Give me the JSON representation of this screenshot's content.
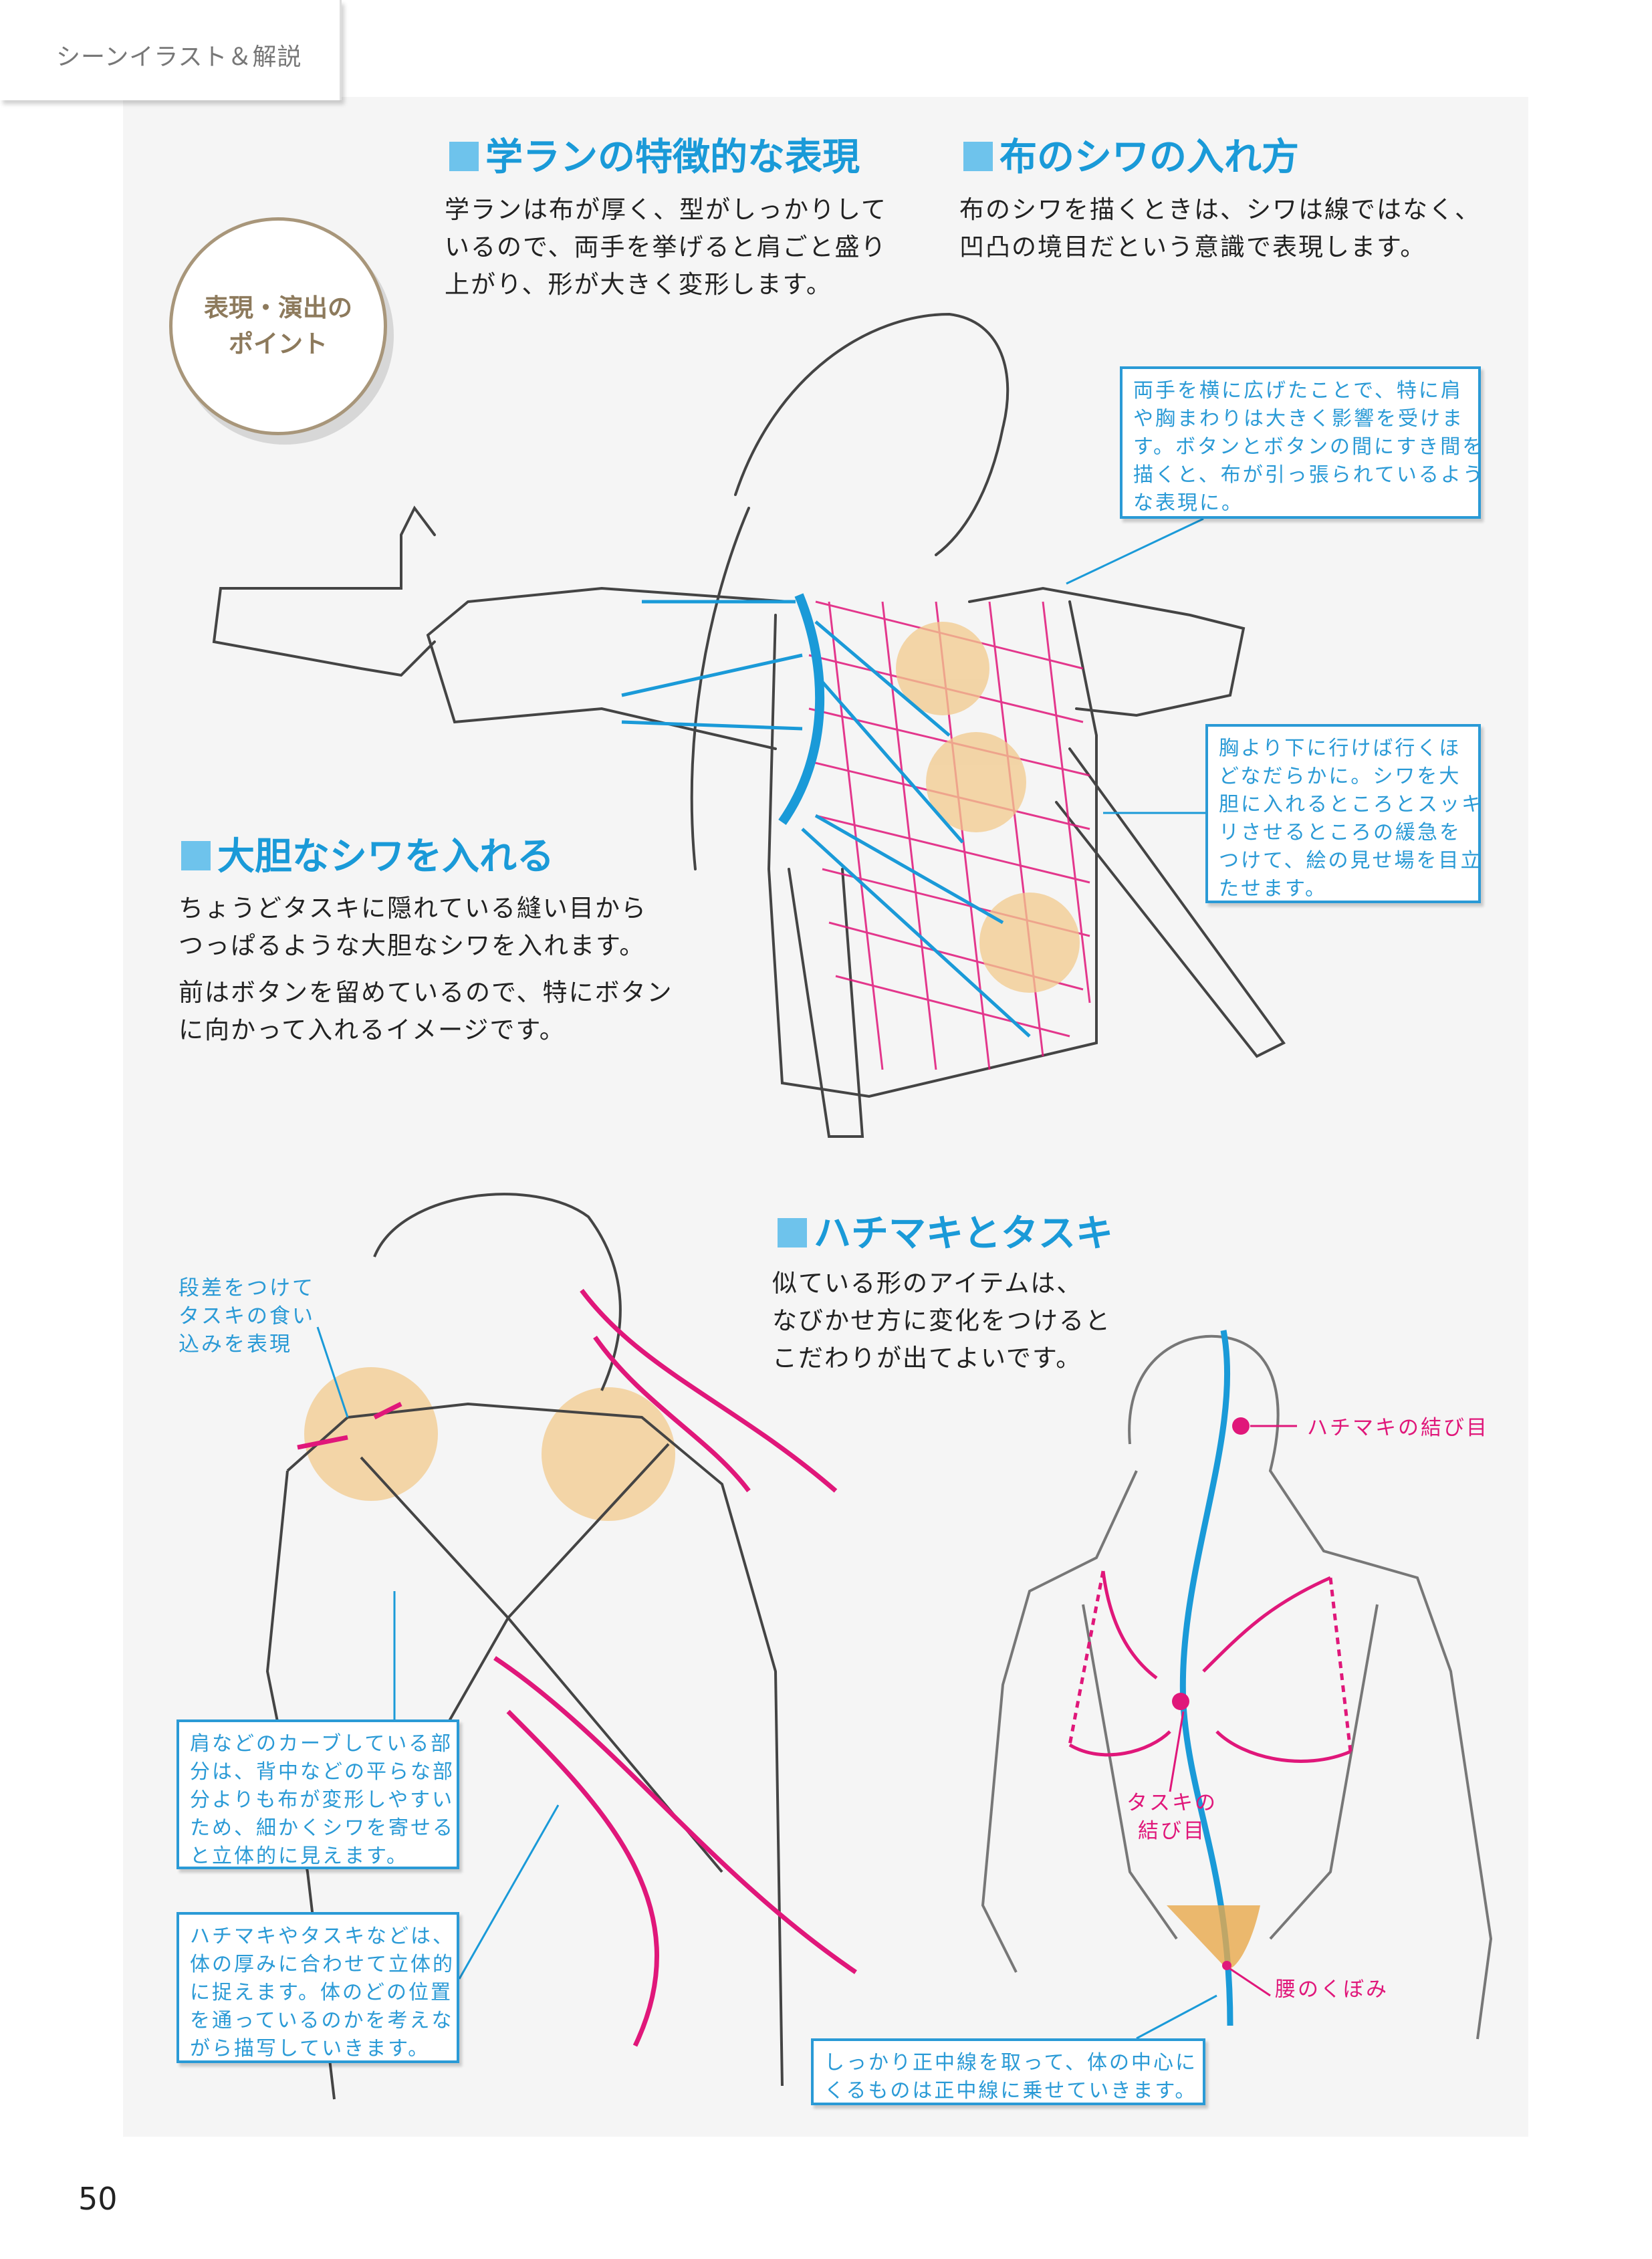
{
  "tab": {
    "label": "シーンイラスト＆解説"
  },
  "badge": {
    "lines": [
      "表現・演出の",
      "ポイント"
    ]
  },
  "sections": [
    {
      "title": "学ランの特徴的な表現",
      "body": [
        "学ランは布が厚く、型がしっかりして",
        "いるので、両手を挙げると肩ごと盛り",
        "上がり、形が大きく変形します。"
      ]
    },
    {
      "title": "布のシワの入れ方",
      "body": [
        "布のシワを描くときは、シワは線ではなく、",
        "凹凸の境目だという意識で表現します。"
      ]
    },
    {
      "title": "大胆なシワを入れる",
      "body": [
        "ちょうどタスキに隠れている縫い目から",
        "つっぱるような大胆なシワを入れます。",
        "前はボタンを留めているので、特にボタン",
        "に向かって入れるイメージです。"
      ]
    },
    {
      "title": "ハチマキとタスキ",
      "body": [
        "似ている形のアイテムは、",
        "なびかせ方に変化をつけると",
        "こだわりが出てよいです。"
      ]
    }
  ],
  "callouts": [
    {
      "lines": [
        "両手を横に広げたことで、特に肩",
        "や胸まわりは大きく影響を受けま",
        "す。ボタンとボタンの間にすき間を",
        "描くと、布が引っ張られているよう",
        "な表現に。"
      ]
    },
    {
      "lines": [
        "胸より下に行けば行くほ",
        "どなだらかに。シワを大",
        "胆に入れるところとスッキ",
        "リさせるところの緩急を",
        "つけて、絵の見せ場を目立",
        "たせます。"
      ]
    },
    {
      "lines": [
        "肩などのカーブしている部",
        "分は、背中などの平らな部",
        "分よりも布が変形しやすい",
        "ため、細かくシワを寄せる",
        "と立体的に見えます。"
      ]
    },
    {
      "lines": [
        "ハチマキやタスキなどは、",
        "体の厚みに合わせて立体的",
        "に捉えます。体のどの位置",
        "を通っているのかを考えな",
        "がら描写していきます。"
      ]
    },
    {
      "lines": [
        "しっかり正中線を取って、体の中心に",
        "くるものは正中線に乗せていきます。"
      ]
    }
  ],
  "labels": {
    "step": [
      "段差をつけて",
      "タスキの食い",
      "込みを表現"
    ],
    "hachimaki_knot": "ハチマキの結び目",
    "tasuki_knot": [
      "タスキの",
      "結び目"
    ],
    "waist": "腰のくぼみ"
  },
  "page_number": "50",
  "colors": {
    "accent_blue": "#1a9ad8",
    "magenta": "#e0177a",
    "orange": "#f2c98c",
    "badge_gold": "#a8967a"
  }
}
